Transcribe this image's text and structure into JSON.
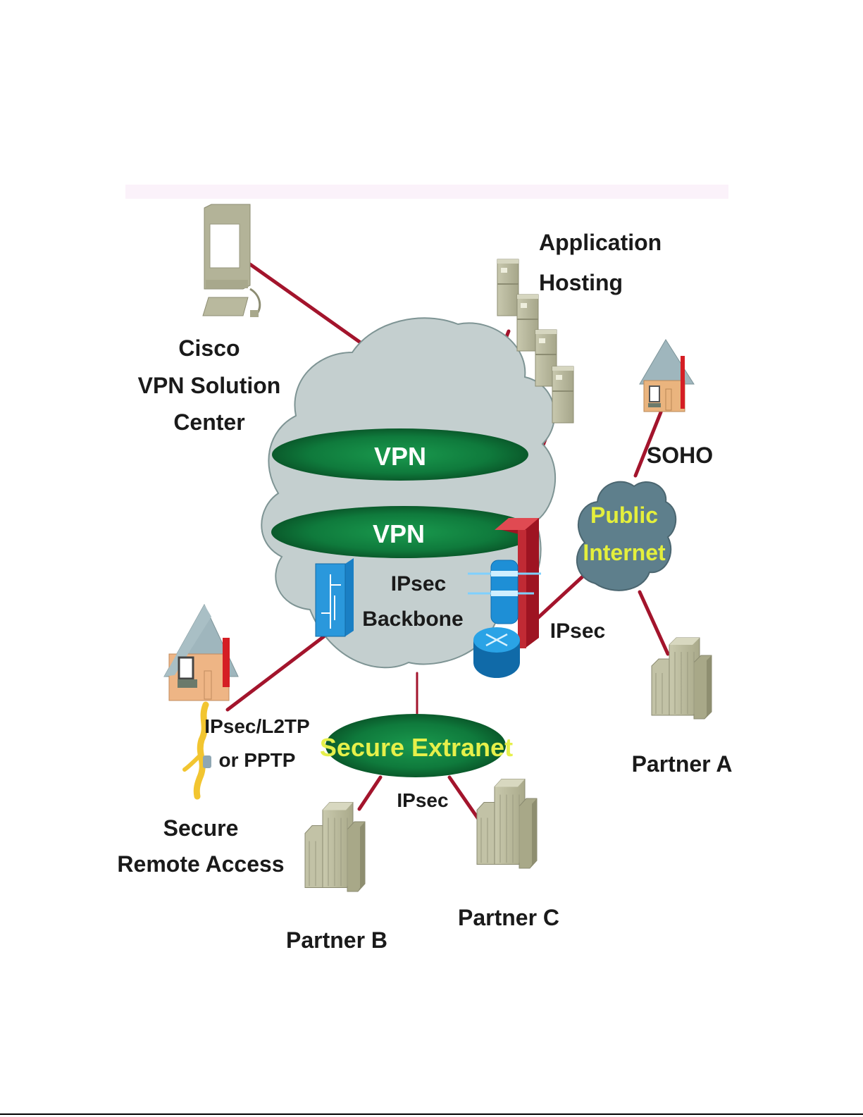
{
  "diagram": {
    "nodes": {
      "vpn_solution_center": {
        "label_lines": [
          "Cisco",
          "VPN Solution",
          "Center"
        ],
        "icon": "workstation-icon"
      },
      "application_hosting": {
        "label_lines": [
          "Application",
          "Hosting"
        ],
        "icon": "server-stack-icon"
      },
      "soho": {
        "label": "SOHO",
        "icon": "house-icon"
      },
      "public_internet": {
        "label_lines": [
          "Public",
          "Internet"
        ],
        "icon": "cloud-icon"
      },
      "ipsec_backbone": {
        "label_lines": [
          "IPsec",
          "Backbone"
        ],
        "icon": "cloud-icon"
      },
      "vpn_tunnel_1": {
        "label": "VPN"
      },
      "vpn_tunnel_2": {
        "label": "VPN"
      },
      "secure_extranet": {
        "label": "Secure Extranet"
      },
      "secure_remote_access": {
        "label_lines": [
          "Secure",
          "Remote Access"
        ],
        "icon": "house-icon"
      },
      "partner_a": {
        "label": "Partner A",
        "icon": "building-icon"
      },
      "partner_b": {
        "label": "Partner B",
        "icon": "building-icon"
      },
      "partner_c": {
        "label": "Partner C",
        "icon": "building-icon"
      }
    },
    "link_labels": {
      "remote_protocol": [
        "IPsec/L2TP",
        "or PPTP"
      ],
      "internet_ipsec": "IPsec",
      "extranet_ipsec": "IPsec"
    },
    "colors": {
      "link": "#a3142c",
      "backbone_cloud": "#c4cfcf",
      "internet_cloud": "#5e7f8c",
      "vpn_green": "#0f7a3c",
      "extranet_text": "#e6f04a",
      "device_blue": "#1e8fd6",
      "firewall_red": "#d8323c",
      "building": "#b9b99a"
    }
  }
}
